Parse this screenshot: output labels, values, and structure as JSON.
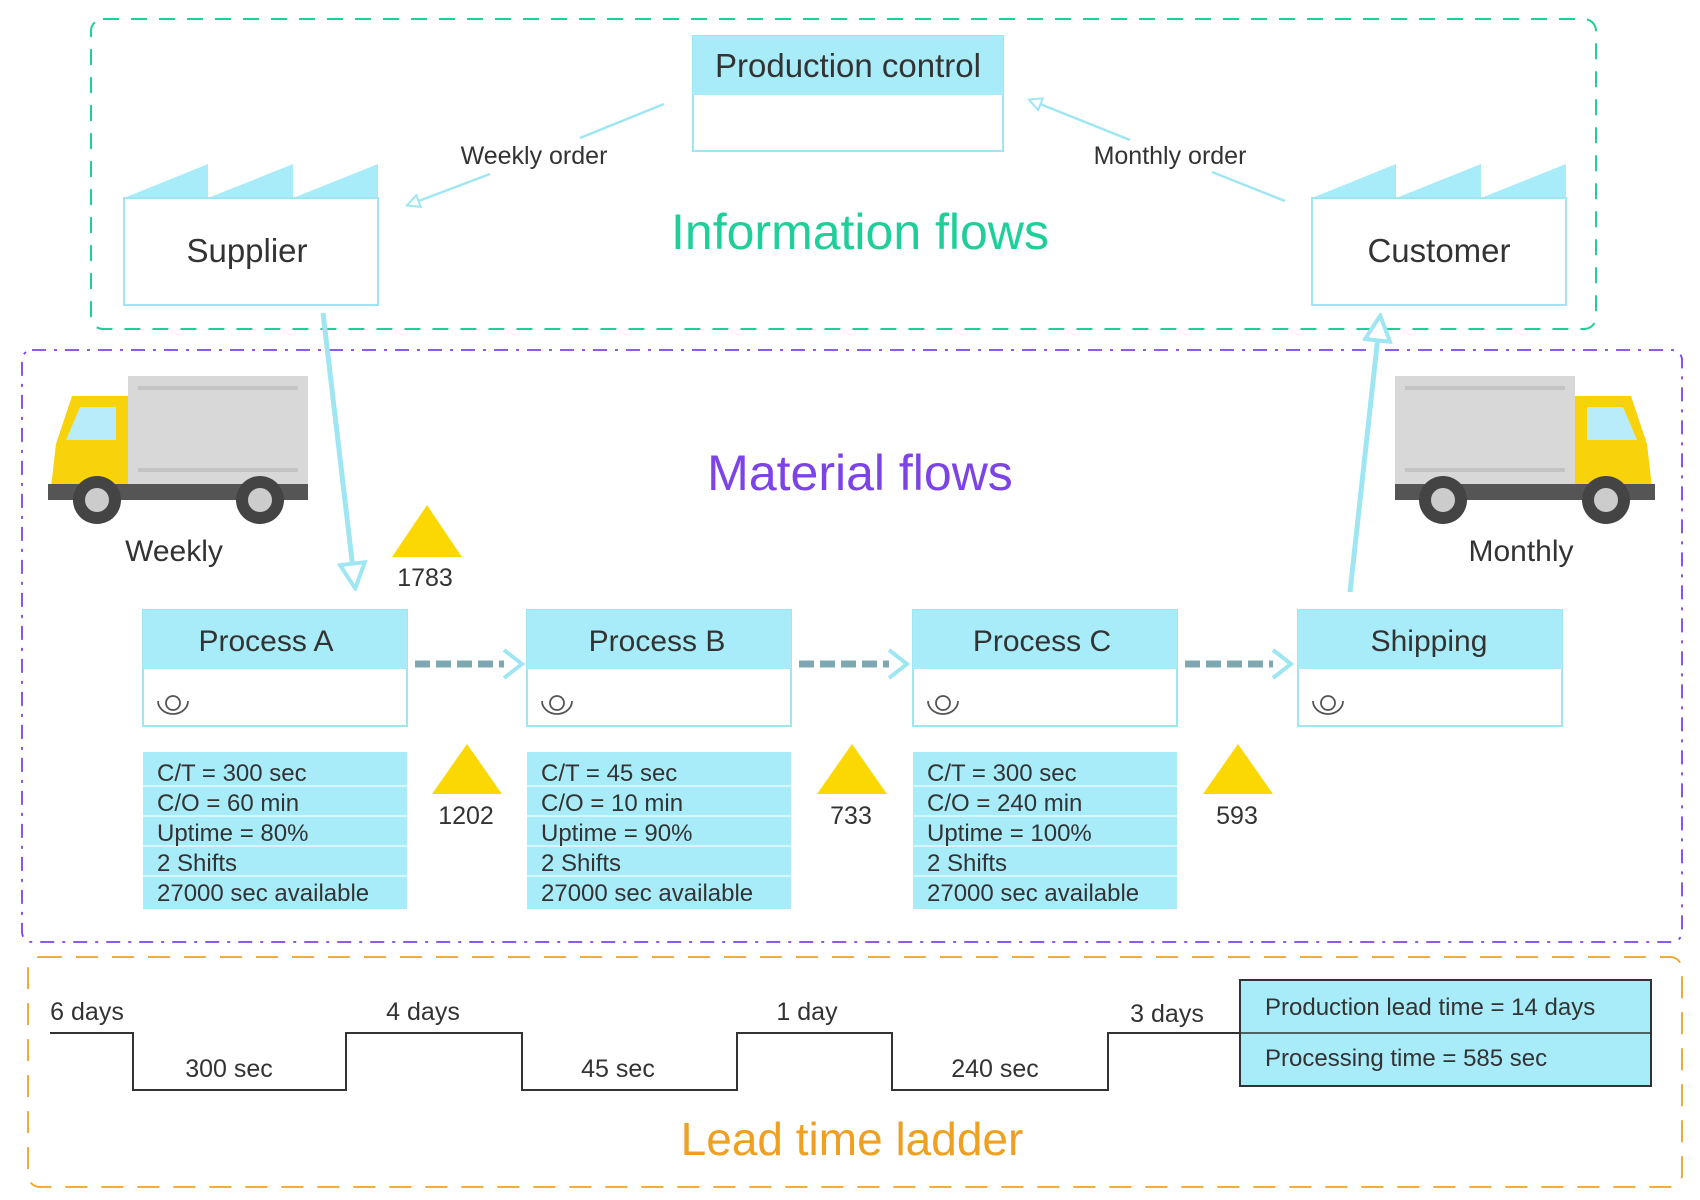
{
  "colors": {
    "cyan_fill": "#a8ecfa",
    "cyan_stroke": "#9fe6f3",
    "info_green": "#1fcf9a",
    "material_purple": "#7c44e6",
    "lead_orange": "#f0a020",
    "kanban_yellow": "#fcd803",
    "truck_yellow": "#f8d20a",
    "truck_gray": "#d8d8d8",
    "text_dark": "#333333"
  },
  "sections": {
    "information_flows": "Information flows",
    "material_flows": "Material flows",
    "lead_time_ladder": "Lead time ladder"
  },
  "info": {
    "production_control": "Production control",
    "supplier": "Supplier",
    "customer": "Customer",
    "weekly_order": "Weekly order",
    "monthly_order": "Monthly order"
  },
  "trucks": {
    "left_label": "Weekly",
    "right_label": "Monthly"
  },
  "processes": [
    {
      "name": "Process A",
      "icon": "operator-icon",
      "stats": [
        "C/T = 300 sec",
        "C/O = 60 min",
        "Uptime = 80%",
        "2 Shifts",
        "27000 sec available"
      ]
    },
    {
      "name": "Process B",
      "icon": "operator-icon",
      "stats": [
        "C/T = 45 sec",
        "C/O = 10 min",
        "Uptime = 90%",
        "2 Shifts",
        "27000 sec available"
      ]
    },
    {
      "name": "Process C",
      "icon": "operator-icon",
      "stats": [
        "C/T = 300 sec",
        "C/O = 240 min",
        "Uptime = 100%",
        "2 Shifts",
        "27000 sec available"
      ]
    },
    {
      "name": "Shipping",
      "icon": "operator-icon",
      "stats": []
    }
  ],
  "inventory": {
    "incoming": "1783",
    "between": [
      "1202",
      "733",
      "593"
    ]
  },
  "ladder": {
    "days": [
      "6 days",
      "4 days",
      "1 day",
      "3 days"
    ],
    "times": [
      "300 sec",
      "45 sec",
      "240 sec"
    ],
    "summary": [
      "Production lead time = 14 days",
      "Processing time = 585 sec"
    ]
  }
}
